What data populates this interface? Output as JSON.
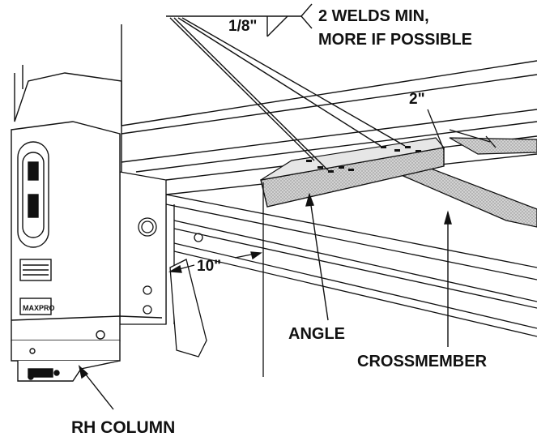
{
  "weld_symbol": {
    "size": "1/8\"",
    "note_line1": "2 WELDS MIN,",
    "note_line2": "MORE IF POSSIBLE"
  },
  "dimensions": {
    "top_offset": "2\"",
    "column_offset": "10\""
  },
  "labels": {
    "angle": "ANGLE",
    "crossmember": "CROSSMEMBER",
    "rh_column": "RH COLUMN"
  },
  "column_panel": {
    "brand": "MAXPRO"
  },
  "colors": {
    "line": "#111111",
    "weld_fill": "#c8c8c8"
  }
}
